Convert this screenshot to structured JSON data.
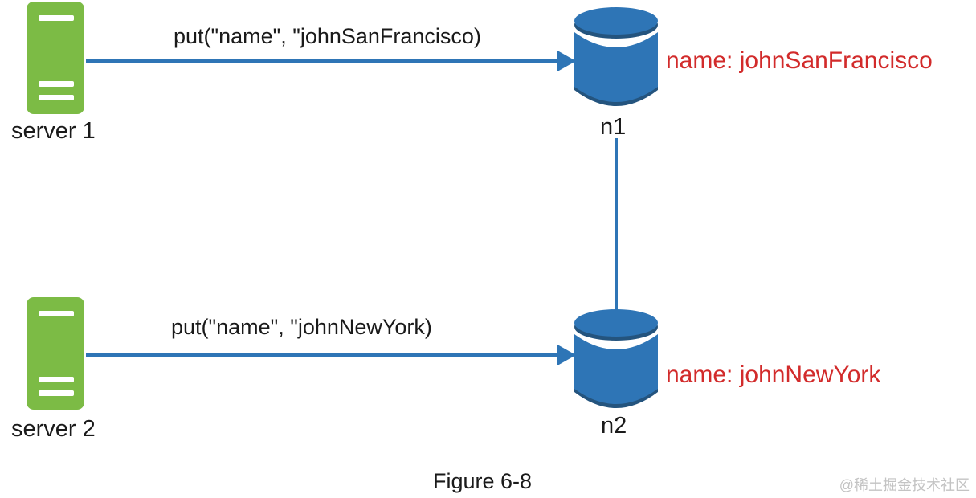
{
  "colors": {
    "server_green": "#7cbb45",
    "panel_bar_white": "#ffffff",
    "cylinder_blue": "#2e75b6",
    "cylinder_dark": "#24547e",
    "arrow_blue": "#2e75b6",
    "annotation_red": "#d22b2b",
    "text_black": "#1a1a1a",
    "watermark_gray": "#c3c3c3"
  },
  "diagram": {
    "servers": [
      {
        "label": "server 1"
      },
      {
        "label": "server 2"
      }
    ],
    "operations": [
      {
        "label": "put(\"name\", \"johnSanFrancisco)"
      },
      {
        "label": "put(\"name\", \"johnNewYork)"
      }
    ],
    "nodes": [
      {
        "label": "n1",
        "annotation": "name: johnSanFrancisco"
      },
      {
        "label": "n2",
        "annotation": "name: johnNewYork"
      }
    ],
    "caption": "Figure 6-8",
    "watermark": "@稀土掘金技术社区"
  }
}
